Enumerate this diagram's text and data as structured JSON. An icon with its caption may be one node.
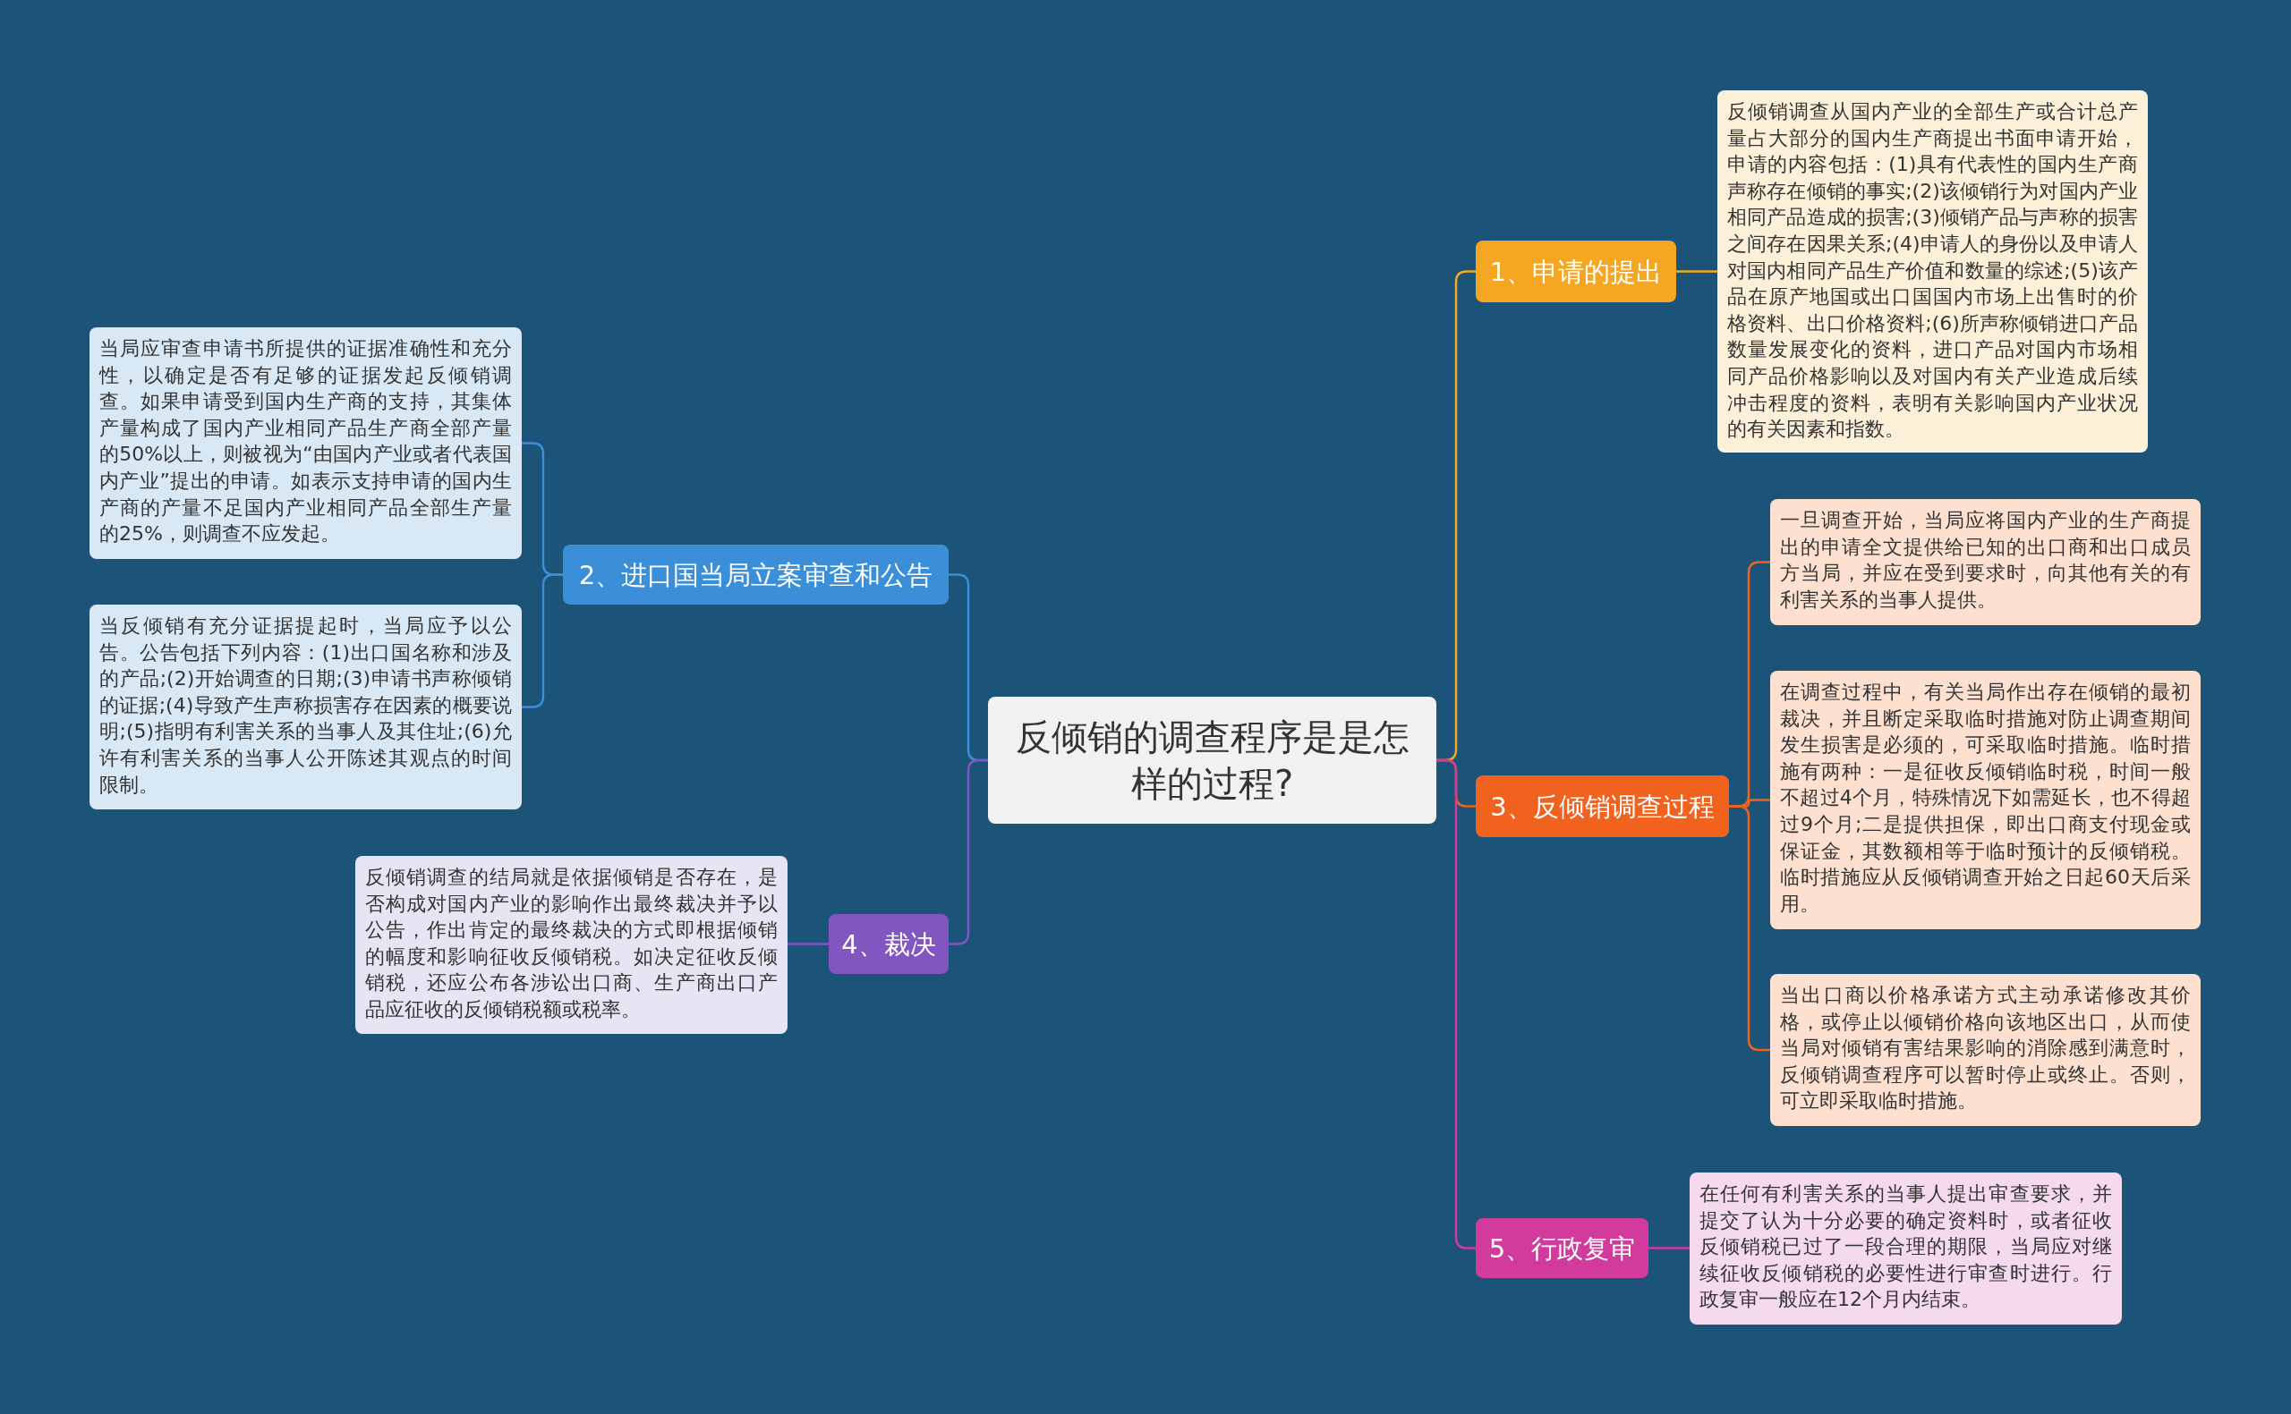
{
  "diagram": {
    "nodes": [
      {
        "text": [
          "反倾销的调查程序是是怎样的过程?"
        ]
      },
      {
        "text": [
          "1、申请的提出"
        ]
      },
      {
        "text": [
          "反倾销调查从国内产业的全部生产或合计总产量占大部分的国内生产商提出书面申请开始，申请的内容包括：(1)具有代表性的国内生产商声称存在倾销的事实;(2)该倾销行为对国内产业相同产品造成的损害;(3)倾销产品与声称的损害之间存在因果关系;(4)申请人的身份以及申请人对国内相同产品生产价值和数量的综述;(5)该产品在原产地国或出口国国内市场上出售时的价格资料、出口价格资料;(6)所声称倾销进口产品数量发展变化的资料，进口产品对国内市场相同产品价格影响以及对国内有关产业造成后续冲击程度的资料，表明有关影响国内产业状况的有关因素和指数。"
        ]
      },
      {
        "text": [
          "2、进口国当局立案审查和公告"
        ]
      },
      {
        "text": [
          "当局应审查申请书所提供的证据准确性和充分性，以确定是否有足够的证据发起反倾销调查。如果申请受到国内生产商的支持，其集体产量构成了国内产业相同产品生产商全部产量的50%以上，则被视为“由国内产业或者代表国内产业”提出的申请。如表示支持申请的国内生产商的产量不足国内产业相同产品全部生产量的25%，则调查不应发起。"
        ]
      },
      {
        "text": [
          "当反倾销有充分证据提起时，当局应予以公告。公告包括下列内容：(1)出口国名称和涉及的产品;(2)开始调查的日期;(3)申请书声称倾销的证据;(4)导致产生声称损害存在因素的概要说明;(5)指明有利害关系的当事人及其住址;(6)允许有利害关系的当事人公开陈述其观点的时间限制。"
        ]
      },
      {
        "text": [
          "3、反倾销调查过程"
        ]
      },
      {
        "text": [
          "一旦调查开始，当局应将国内产业的生产商提出的申请全文提供给已知的出口商和出口成员方当局，并应在受到要求时，向其他有关的有利害关系的当事人提供。"
        ]
      },
      {
        "text": [
          "在调查过程中，有关当局作出存在倾销的最初裁决，并且断定采取临时措施对防止调查期间发生损害是必须的，可采取临时措施。临时措施有两种：一是征收反倾销临时税，时间一般不超过4个月，特殊情况下如需延长，也不得超过9个月;二是提供担保，即出口商支付现金或保证金，其数额相等于临时预计的反倾销税。临时措施应从反倾销调查开始之日起60天后采用。"
        ]
      },
      {
        "text": [
          "当出口商以价格承诺方式主动承诺修改其价格，或停止以倾销价格向该地区出口，从而使当局对倾销有害结果影响的消除感到满意时，反倾销调查程序可以暂时停止或终止。否则，可立即采取临时措施。"
        ]
      },
      {
        "text": [
          "4、裁决"
        ]
      },
      {
        "text": [
          "反倾销调查的结局就是依据倾销是否存在，是否构成对国内产业的影响作出最终裁决并予以公告，作出肯定的最终裁决的方式即根据倾销的幅度和影响征收反倾销税。如决定征收反倾销税，还应公布各涉讼出口商、生产商出口产品应征收的反倾销税额或税率。"
        ]
      },
      {
        "text": [
          "5、行政复审"
        ]
      },
      {
        "text": [
          "在任何有利害关系的当事人提出审查要求，并提交了认为十分必要的确定资料时，或者征收反倾销税已过了一段合理的期限，当局应对继续征收反倾销税的必要性进行审查时进行。行政复审一般应在12个月内结束。"
        ]
      }
    ],
    "edges": [
      {
        "from": 0,
        "to": 1,
        "arrow": "none",
        "color": "#f5a623"
      },
      {
        "from": 1,
        "to": 2,
        "arrow": "none",
        "color": "#f5a623"
      },
      {
        "from": 0,
        "to": 3,
        "arrow": "none",
        "color": "#3a8fd8"
      },
      {
        "from": 3,
        "to": 4,
        "arrow": "none",
        "color": "#3a8fd8"
      },
      {
        "from": 3,
        "to": 5,
        "arrow": "none",
        "color": "#3a8fd8"
      },
      {
        "from": 0,
        "to": 6,
        "arrow": "none",
        "color": "#f0621e"
      },
      {
        "from": 6,
        "to": 7,
        "arrow": "none",
        "color": "#f0621e"
      },
      {
        "from": 6,
        "to": 8,
        "arrow": "none",
        "color": "#f0621e"
      },
      {
        "from": 6,
        "to": 9,
        "arrow": "none",
        "color": "#f0621e"
      },
      {
        "from": 0,
        "to": 10,
        "arrow": "none",
        "color": "#8256c0"
      },
      {
        "from": 10,
        "to": 11,
        "arrow": "none",
        "color": "#8256c0"
      },
      {
        "from": 0,
        "to": 12,
        "arrow": "none",
        "color": "#d23a9c"
      },
      {
        "from": 12,
        "to": 13,
        "arrow": "none",
        "color": "#d23a9c"
      }
    ]
  }
}
